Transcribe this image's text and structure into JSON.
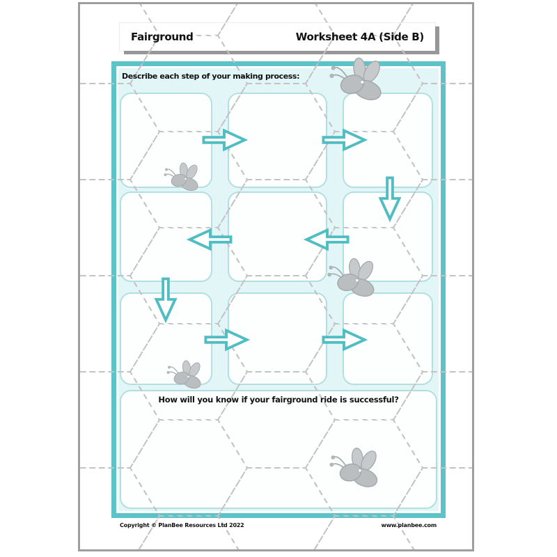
{
  "header": {
    "title_left": "Fairground",
    "title_right": "Worksheet 4A (Side B)"
  },
  "main": {
    "instruction": "Describe each step of your making process:",
    "question": "How will you know if your fairground ride is successful?",
    "step_box_count": 9,
    "flow_arrows": [
      "right",
      "right",
      "down",
      "left",
      "left",
      "down",
      "right",
      "right"
    ]
  },
  "footer": {
    "copyright": "Copyright © PlanBee Resources Ltd 2022",
    "website": "www.planbee.com"
  },
  "icons": {
    "bee": "bee-icon",
    "bee_count": 5,
    "arrow_right": "arrow-right-icon",
    "arrow_left": "arrow-left-icon",
    "arrow_down": "arrow-down-icon"
  },
  "colors": {
    "teal_border": "#5cc4c8",
    "panel_background": "#e3f6f7",
    "step_box_border": "#b2e0e2",
    "arrow_outline": "#4fbdc2",
    "bee_gray": "#babec0",
    "hexagon_line": "#c3c3c3",
    "page_border": "#9e9e9e"
  }
}
